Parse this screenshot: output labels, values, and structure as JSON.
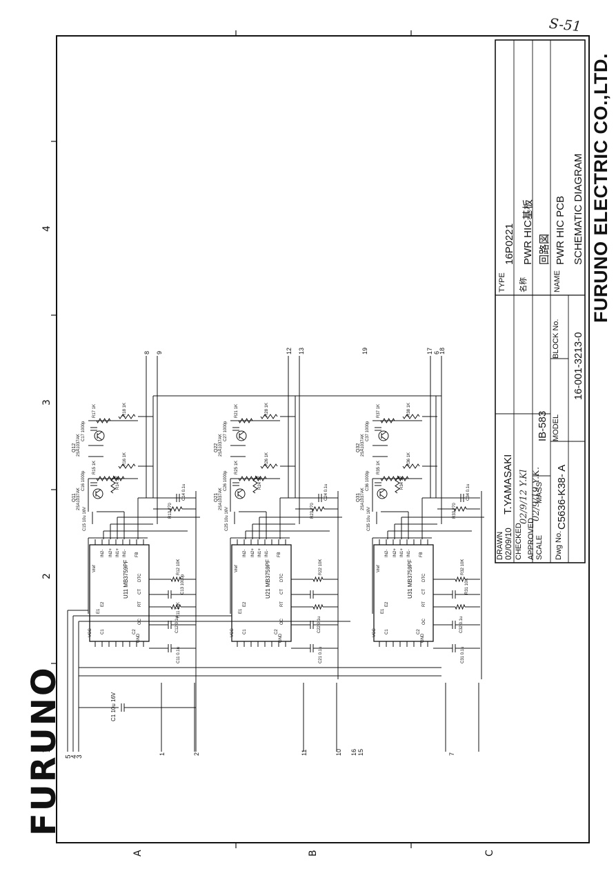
{
  "page_note": "S-51",
  "brand_logo": "FURUNO",
  "company": "FURUNO ELECTRIC CO.,LTD.",
  "zones": {
    "rows": [
      "A",
      "B",
      "C"
    ],
    "cols": [
      "1",
      "2",
      "3",
      "4"
    ]
  },
  "title_block": {
    "type_label": "TYPE",
    "type_value": "16P0221",
    "name_jp_label": "名称",
    "name_jp_value": "PWR HIC基板",
    "drawing_jp": "回路図",
    "name_label": "NAME",
    "name_value": "PWR HIC PCB",
    "drawing_title": "SCHEMATIC DIAGRAM",
    "drawn_label": "DRAWN",
    "drawn_date": "02/09/10",
    "drawn_by": "T.YAMASAKI",
    "checked_label": "CHECKED",
    "checked_sig": "02/9/12 Y.Kl",
    "approved_label": "APPROVED",
    "approved_sig": "02/9/19 Y.K.",
    "scale_label": "SCALE",
    "mass_label": "MASS",
    "model_label": "MODEL",
    "model_value": "IB-583",
    "block_label": "BLOCK No.",
    "block_value": "16-001-3213-0",
    "dwg_label": "Dwg No.",
    "dwg_value": "C5636-K38- A"
  },
  "stages": [
    {
      "ic": "U11 MB3759PF",
      "q_left": "Q11",
      "q_right": "Q12",
      "q_part": "2SA1037AK",
      "c_in": "C15 10u 16V",
      "c_ia": "C16 1000p",
      "c_ib": "C17 1000p",
      "r_a": "R17 1K",
      "r_b": "R18 1K",
      "r_c": "R15 1K",
      "r_d": "R16 1K",
      "r_e": "R14 1K",
      "c_out": "C14 0.1u",
      "r_out": "R13 270",
      "r_fb1": "R12 10K",
      "r_fb2": "C13 1000p",
      "r_fb3": "R11 10K",
      "c_dec": "C12 0.1u",
      "c_bulk": "C11 0.1u",
      "pins_right": [
        "8",
        "9"
      ],
      "pins_left": [
        "1",
        "2"
      ]
    },
    {
      "ic": "U21 MB3759PF",
      "q_left": "Q21",
      "q_right": "Q22",
      "q_part": "2SA1037AK",
      "c_in": "C25 10u 16V",
      "c_ia": "C26 1000p",
      "c_ib": "C27 1000p",
      "r_a": "R21 1K",
      "r_b": "R28 1K",
      "r_c": "R25 1K",
      "r_d": "R26 1K",
      "r_e": "R24 1K",
      "c_out": "C24 0.1u",
      "r_out": "R23 270",
      "r_fb1": "R22 10K",
      "r_fb2": "",
      "r_fb3": "",
      "c_dec": "C22 0.1u",
      "c_bulk": "C21 0.1u",
      "pins_right": [
        "12",
        "13"
      ],
      "pins_left": [
        "11",
        "10"
      ]
    },
    {
      "ic": "U31 MB3759PF",
      "q_left": "Q31",
      "q_right": "Q32",
      "q_part": "2SA1037AK",
      "c_in": "C35 10u 16V",
      "c_ia": "C36 1000p",
      "c_ib": "C37 1000p",
      "r_a": "R37 1K",
      "r_b": "R38 1K",
      "r_c": "R35 1K",
      "r_d": "R36 1K",
      "r_e": "R34 1K",
      "c_out": "C34 0.1u",
      "r_out": "R33 270",
      "r_fb1": "R32 10K",
      "r_fb2": "R31 10K",
      "r_fb3": "",
      "c_dec": "C32 0.1u",
      "c_bulk": "C31 0.1u",
      "pins_right": [
        "19",
        "17",
        "6",
        "18"
      ],
      "pins_left": [
        "16",
        "15",
        "7"
      ]
    }
  ],
  "power_pins": [
    "5",
    "4",
    "3"
  ],
  "c1_label": "C1 10u 16V",
  "ic_pins": {
    "vref": "Vref",
    "e1": "E1",
    "e2": "E2",
    "c1": "C1",
    "c2": "C2",
    "vcc": "VCC",
    "gnd": "GND",
    "in2": "IN2-",
    "in2p": "IN2+",
    "in1p": "IN1+",
    "in1": "IN1-",
    "fb": "FB",
    "dtc": "DTC",
    "ct": "CT",
    "rt": "RT",
    "oc": "OC"
  }
}
